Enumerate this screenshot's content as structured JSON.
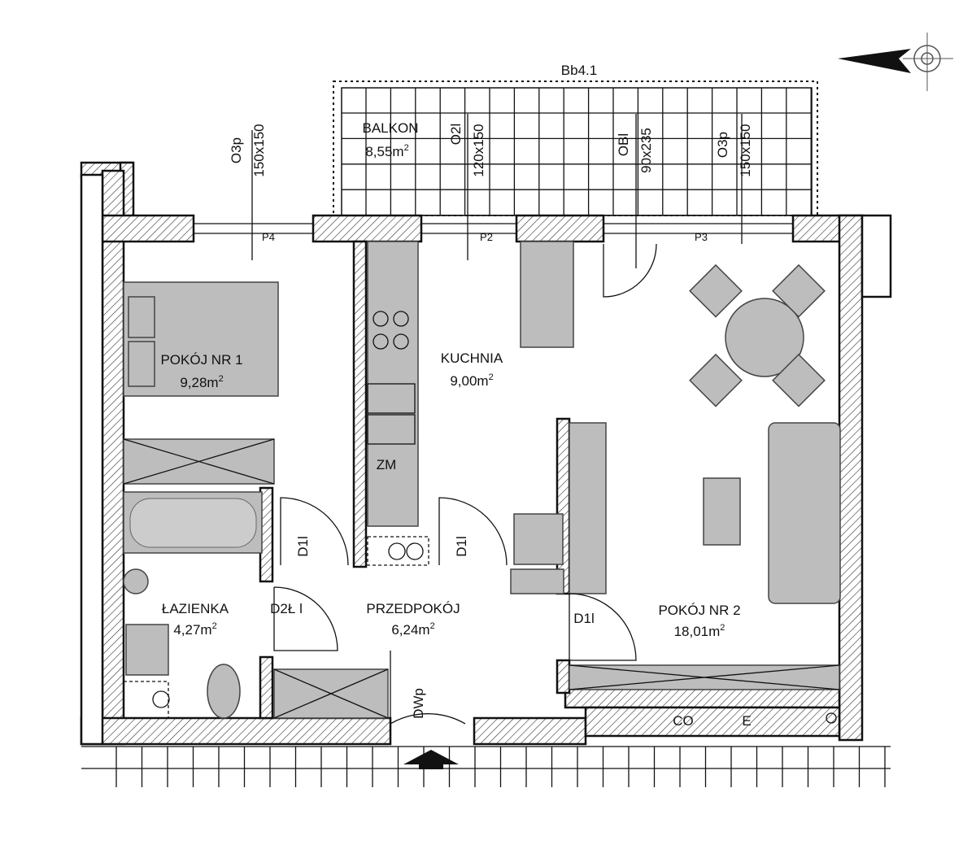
{
  "plan": {
    "building_ref": "Bb4.1",
    "rooms": [
      {
        "name": "BALKON",
        "area": "8,55m",
        "sup": "2"
      },
      {
        "name": "POKÓJ NR 1",
        "area": "9,28m",
        "sup": "2"
      },
      {
        "name": "KUCHNIA",
        "area": "9,00m",
        "sup": "2"
      },
      {
        "name": "ŁAZIENKA",
        "area": "4,27m",
        "sup": "2"
      },
      {
        "name": "PRZEDPOKÓJ",
        "area": "6,24m",
        "sup": "2"
      },
      {
        "name": "POKÓJ NR 2",
        "area": "18,01m",
        "sup": "2"
      }
    ],
    "windows": [
      {
        "code": "O3p",
        "size": "150x150"
      },
      {
        "code": "O2l",
        "size": "120x150"
      },
      {
        "code": "OBl",
        "size": "90x235"
      },
      {
        "code": "O3p",
        "size": "150x150"
      }
    ],
    "sills": [
      "P4",
      "P2",
      "P3"
    ],
    "doors": [
      "D1l",
      "D1l",
      "D2Ł l",
      "D1l",
      "DWp"
    ],
    "fixtures": {
      "meter": "ZM",
      "heating": "CO",
      "electric": "E"
    }
  }
}
